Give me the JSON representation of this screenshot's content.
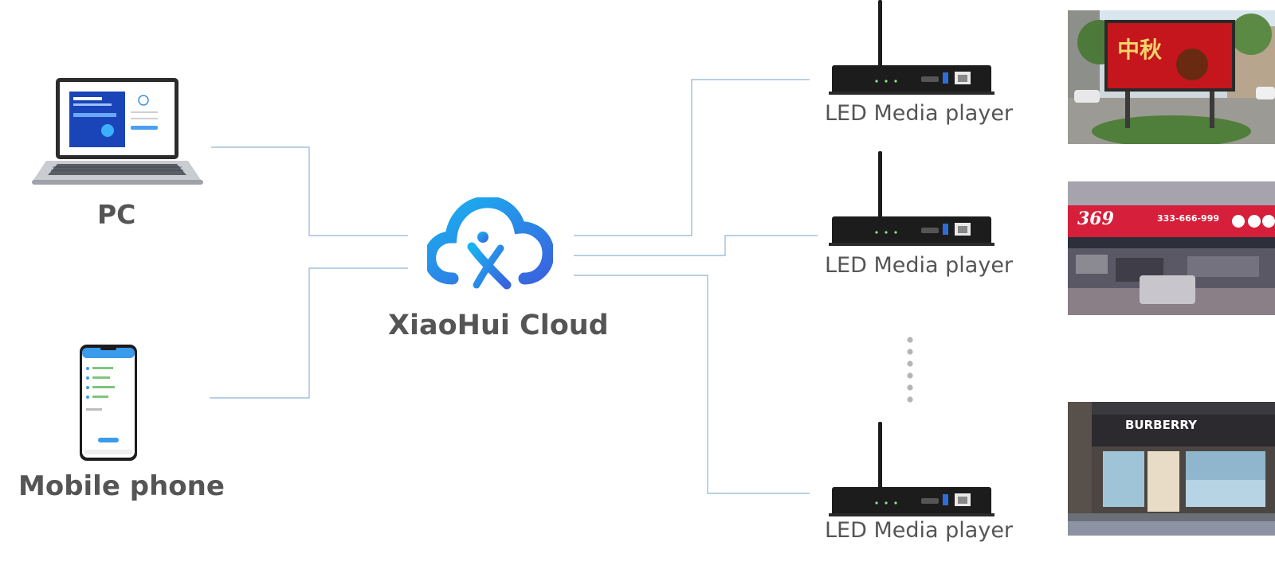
{
  "sources": {
    "pc_label": "PC",
    "mobile_label": "Mobile phone"
  },
  "cloud": {
    "label": "XiaoHui Cloud",
    "icon": "cloud-logo-icon",
    "colors": {
      "gradient_start": "#1aa0f0",
      "gradient_end": "#3a6fe0"
    }
  },
  "players": [
    {
      "label": "LED Media player",
      "screen_text": "",
      "icon": "led-media-player-icon"
    },
    {
      "label": "LED Media player",
      "screen_text": "369 · 333-666-999",
      "icon": "led-media-player-icon"
    },
    {
      "label": "LED Media player",
      "screen_text": "BURBERRY",
      "icon": "led-media-player-icon"
    }
  ],
  "photo_texts": {
    "billboard": "中秋",
    "street": "369",
    "street_phone": "333-666-999",
    "store": "BURBERRY"
  },
  "colors": {
    "connector": "#8fb3d4",
    "text": "#555555",
    "device_dark": "#1c1c1c"
  }
}
